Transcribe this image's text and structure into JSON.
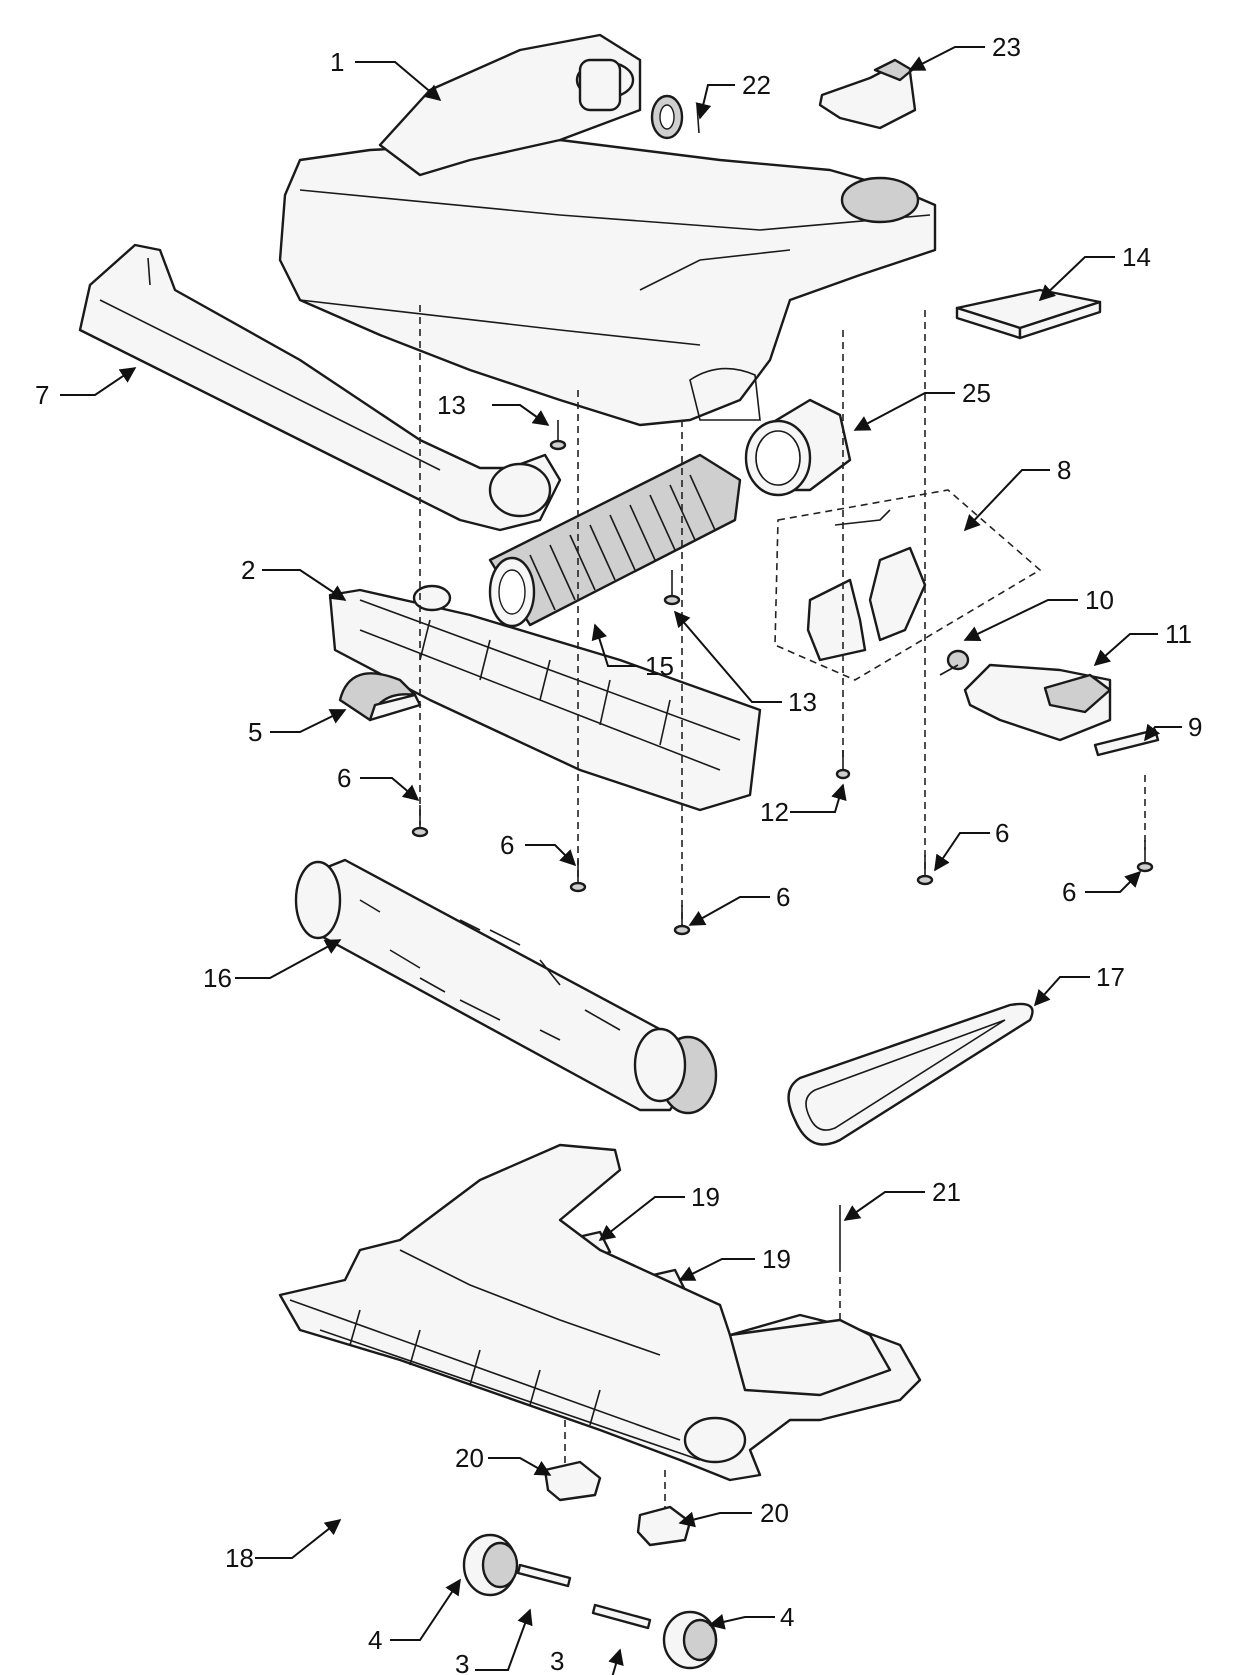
{
  "callouts": {
    "c1": "1",
    "c22": "22",
    "c23": "23",
    "c14": "14",
    "c7": "7",
    "c13a": "13",
    "c25": "25",
    "c8": "8",
    "c2": "2",
    "c10": "10",
    "c11": "11",
    "c15": "15",
    "c13b": "13",
    "c5": "5",
    "c9": "9",
    "c6a": "6",
    "c12": "12",
    "c6b": "6",
    "c6c": "6",
    "c6d": "6",
    "c6e": "6",
    "c16": "16",
    "c17": "17",
    "c19a": "19",
    "c19b": "19",
    "c21": "21",
    "c18": "18",
    "c20a": "20",
    "c20b": "20",
    "c4a": "4",
    "c4b": "4",
    "c3a": "3",
    "c3b": "3"
  }
}
